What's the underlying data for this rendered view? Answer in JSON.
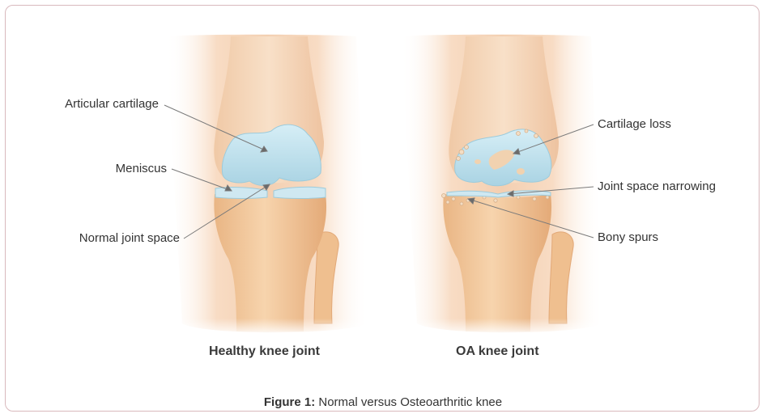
{
  "healthy": {
    "title": "Healthy knee joint",
    "labels": {
      "articular_cartilage": "Articular cartilage",
      "meniscus": "Meniscus",
      "normal_joint_space": "Normal joint space"
    }
  },
  "oa": {
    "title": "OA knee joint",
    "labels": {
      "cartilage_loss": "Cartilage loss",
      "joint_space_narrowing": "Joint space narrowing",
      "bony_spurs": "Bony spurs"
    }
  },
  "figure": {
    "label": "Figure 1:",
    "text": "Normal versus Osteoarthritic knee"
  },
  "colors": {
    "skin": "#f6d7bd",
    "bone": "#f2c79a",
    "cartilage": "#bfe0ec",
    "leader": "#7a7a7a"
  }
}
